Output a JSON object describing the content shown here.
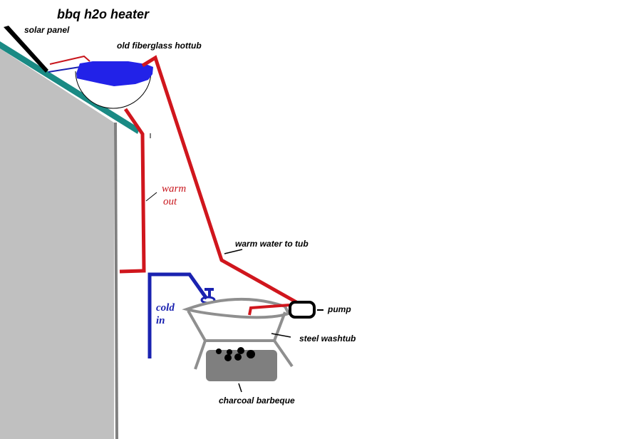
{
  "title": "bbq h2o heater",
  "labels": {
    "solar_panel": "solar panel",
    "hottub": "old fiberglass hottub",
    "warm_out_1": "warm",
    "warm_out_2": "out",
    "warm_water_to_tub": "warm water to tub",
    "cold_in_1": "cold",
    "cold_in_2": "in",
    "pump": "pump",
    "steel_washtub": "steel washtub",
    "charcoal_barbeque": "charcoal barbeque"
  },
  "colors": {
    "house_wall": "#c0c0c0",
    "house_edge": "#808080",
    "roof": "#1a8a84",
    "solar_panel": "#000000",
    "hottub_water": "#2222e8",
    "hot_pipe": "#d0161d",
    "cold_pipe": "#1a22b0",
    "washtub": "#8f8f8f",
    "bbq": "#7f7f7f",
    "charcoal": "#000000"
  }
}
